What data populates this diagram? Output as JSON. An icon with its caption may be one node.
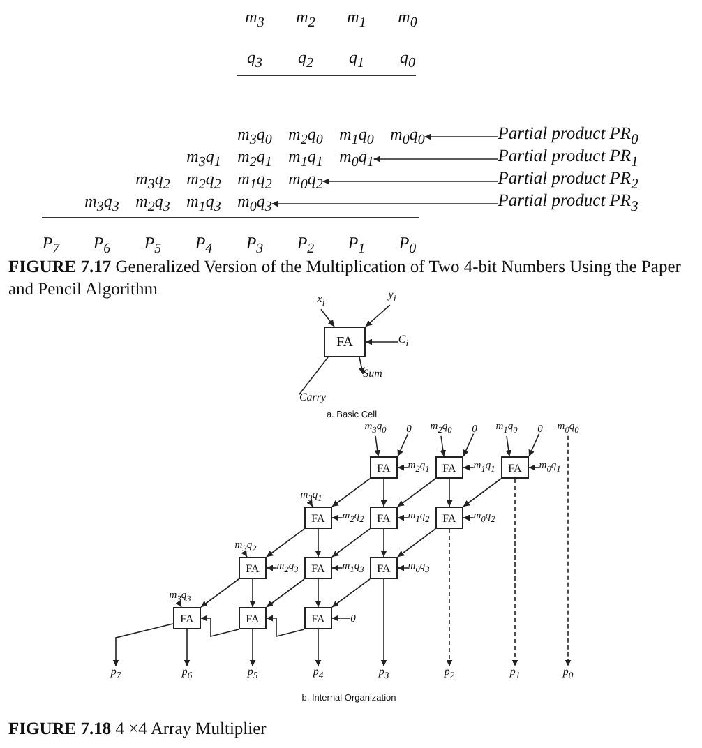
{
  "diagram": {
    "nodes": [
      {
        "text": [
          "m$_{0}$q$_{0}$"
        ]
      },
      {
        "text": [
          "Partial product PR$_{0}$"
        ]
      },
      {
        "text": [
          "m$_{0}$q$_{1}$"
        ]
      },
      {
        "text": [
          "Partial product PR$_{1}$"
        ]
      },
      {
        "text": [
          "m$_{0}$q$_{2}$"
        ]
      },
      {
        "text": [
          "Partial product PR$_{2}$"
        ]
      },
      {
        "text": [
          "m$_{0}$q$_{3}$"
        ]
      },
      {
        "text": [
          "Partial product PR$_{3}$"
        ]
      },
      {
        "text": [
          "x$_{i}$"
        ]
      },
      {
        "text": [
          "y$_{i}$"
        ]
      },
      {
        "text": [
          "FA"
        ]
      },
      {
        "text": [
          "C$_{i}$"
        ]
      },
      {
        "text": [
          "Carry"
        ]
      },
      {
        "text": [
          "m$_{3}$q$_{0}$"
        ]
      },
      {
        "text": [
          "0"
        ]
      },
      {
        "text": [
          "m$_{2}$q$_{0}$"
        ]
      },
      {
        "text": [
          "0"
        ]
      },
      {
        "text": [
          "m$_{1}$q$_{0}$"
        ]
      },
      {
        "text": [
          "0"
        ]
      },
      {
        "text": [
          "m$_{0}$q$_{0}$"
        ]
      },
      {
        "text": [
          "FA"
        ]
      },
      {
        "text": [
          "m$_{2}$q$_{1}$"
        ]
      },
      {
        "text": [
          "FA"
        ]
      },
      {
        "text": [
          "m$_{1}$q$_{1}$"
        ]
      },
      {
        "text": [
          "FA"
        ]
      },
      {
        "text": [
          "m$_{0}$q$_{1}$"
        ]
      },
      {
        "text": [
          "m$_{3}$q$_{1}$"
        ]
      },
      {
        "text": [
          "FA"
        ]
      },
      {
        "text": [
          "m$_{2}$q$_{2}$"
        ]
      },
      {
        "text": [
          "FA"
        ]
      },
      {
        "text": [
          "m$_{1}$q$_{2}$"
        ]
      },
      {
        "text": [
          "FA"
        ]
      },
      {
        "text": [
          "m$_{0}$q$_{2}$"
        ]
      },
      {
        "text": [
          "m$_{3}$q$_{2}$"
        ]
      },
      {
        "text": [
          "FA"
        ]
      },
      {
        "text": [
          "m$_{2}$q$_{3}$"
        ]
      },
      {
        "text": [
          "FA"
        ]
      },
      {
        "text": [
          "m$_{1}$q$_{3}$"
        ]
      },
      {
        "text": [
          "FA"
        ]
      },
      {
        "text": [
          "m$_{0}$q$_{3}$"
        ]
      },
      {
        "text": [
          "m$_{3}$q$_{3}$"
        ]
      },
      {
        "text": [
          "FA"
        ]
      },
      {
        "text": [
          "FA"
        ]
      },
      {
        "text": [
          "FA"
        ]
      },
      {
        "text": [
          "0"
        ]
      },
      {
        "text": [
          "p$_{7}$"
        ]
      },
      {
        "text": [
          "p$_{6}$"
        ]
      },
      {
        "text": [
          "p$_{5}$"
        ]
      },
      {
        "text": [
          "p$_{4}$"
        ]
      },
      {
        "text": [
          "p$_{3}$"
        ]
      },
      {
        "text": [
          "p$_{2}$"
        ]
      },
      {
        "text": [
          "p$_{1}$"
        ]
      },
      {
        "text": [
          "p$_{0}$"
        ]
      },
      {
        "text": [
          "Sum"
        ]
      }
    ],
    "edges": [
      {
        "from": 1,
        "to": 0,
        "arrow": "to"
      },
      {
        "from": 3,
        "to": 2,
        "arrow": "to"
      },
      {
        "from": 5,
        "to": 4,
        "arrow": "to"
      },
      {
        "from": 7,
        "to": 6,
        "arrow": "to"
      },
      {
        "from": 8,
        "to": 10,
        "arrow": "to"
      },
      {
        "from": 9,
        "to": 10,
        "arrow": "to"
      },
      {
        "from": 11,
        "to": 10,
        "arrow": "to"
      },
      {
        "from": 10,
        "to": 53,
        "arrow": "to"
      },
      {
        "from": 10,
        "to": 12,
        "arrow": "none"
      },
      {
        "from": 13,
        "to": 20,
        "arrow": "to"
      },
      {
        "from": 14,
        "to": 20,
        "arrow": "to"
      },
      {
        "from": 15,
        "to": 22,
        "arrow": "to"
      },
      {
        "from": 16,
        "to": 22,
        "arrow": "to"
      },
      {
        "from": 17,
        "to": 24,
        "arrow": "to"
      },
      {
        "from": 18,
        "to": 24,
        "arrow": "to"
      },
      {
        "from": 21,
        "to": 20,
        "arrow": "to"
      },
      {
        "from": 23,
        "to": 22,
        "arrow": "to"
      },
      {
        "from": 25,
        "to": 24,
        "arrow": "to"
      },
      {
        "from": 19,
        "to": 52,
        "arrow": "to",
        "style": "dashed"
      },
      {
        "from": 20,
        "to": 27,
        "arrow": "to"
      },
      {
        "from": 22,
        "to": 29,
        "arrow": "to"
      },
      {
        "from": 24,
        "to": 31,
        "arrow": "to"
      },
      {
        "from": 20,
        "to": 29,
        "arrow": "to"
      },
      {
        "from": 22,
        "to": 31,
        "arrow": "to"
      },
      {
        "from": 24,
        "to": 51,
        "arrow": "to",
        "style": "dashed"
      },
      {
        "from": 26,
        "to": 27,
        "arrow": "to"
      },
      {
        "from": 28,
        "to": 27,
        "arrow": "to"
      },
      {
        "from": 30,
        "to": 29,
        "arrow": "to"
      },
      {
        "from": 32,
        "to": 31,
        "arrow": "to"
      },
      {
        "from": 27,
        "to": 34,
        "arrow": "to"
      },
      {
        "from": 29,
        "to": 36,
        "arrow": "to"
      },
      {
        "from": 31,
        "to": 38,
        "arrow": "to"
      },
      {
        "from": 27,
        "to": 36,
        "arrow": "to"
      },
      {
        "from": 29,
        "to": 38,
        "arrow": "to"
      },
      {
        "from": 31,
        "to": 50,
        "arrow": "to",
        "style": "dashed"
      },
      {
        "from": 33,
        "to": 34,
        "arrow": "to"
      },
      {
        "from": 35,
        "to": 34,
        "arrow": "to"
      },
      {
        "from": 37,
        "to": 36,
        "arrow": "to"
      },
      {
        "from": 39,
        "to": 38,
        "arrow": "to"
      },
      {
        "from": 34,
        "to": 41,
        "arrow": "to"
      },
      {
        "from": 36,
        "to": 42,
        "arrow": "to"
      },
      {
        "from": 38,
        "to": 43,
        "arrow": "to"
      },
      {
        "from": 34,
        "to": 42,
        "arrow": "to"
      },
      {
        "from": 36,
        "to": 43,
        "arrow": "to"
      },
      {
        "from": 38,
        "to": 49,
        "arrow": "to"
      },
      {
        "from": 40,
        "to": 41,
        "arrow": "to"
      },
      {
        "from": 44,
        "to": 43,
        "arrow": "to"
      },
      {
        "from": 43,
        "to": 42,
        "arrow": "to"
      },
      {
        "from": 42,
        "to": 41,
        "arrow": "to"
      },
      {
        "from": 41,
        "to": 45,
        "arrow": "to"
      },
      {
        "from": 41,
        "to": 46,
        "arrow": "to"
      },
      {
        "from": 42,
        "to": 47,
        "arrow": "to"
      },
      {
        "from": 43,
        "to": 48,
        "arrow": "to"
      }
    ],
    "labels": [
      "m$_{3}$",
      "m$_{2}$",
      "m$_{1}$",
      "m$_{0}$",
      "q$_{3}$",
      "q$_{2}$",
      "q$_{1}$",
      "q$_{0}$",
      "m$_{3}$q$_{0}$",
      "m$_{2}$q$_{0}$",
      "m$_{1}$q$_{0}$",
      "m$_{3}$q$_{1}$",
      "m$_{2}$q$_{1}$",
      "m$_{1}$q$_{1}$",
      "m$_{3}$q$_{2}$",
      "m$_{2}$q$_{2}$",
      "m$_{1}$q$_{2}$",
      "m$_{3}$q$_{3}$",
      "m$_{2}$q$_{3}$",
      "m$_{1}$q$_{3}$",
      "P$_{7}$",
      "P$_{6}$",
      "P$_{5}$",
      "P$_{4}$",
      "P$_{3}$",
      "P$_{2}$",
      "P$_{1}$",
      "P$_{0}$",
      "**FIGURE 7.17** Generalized Version of the Multiplication of Two 4-bit Numbers Using the Paper and Pencil Algorithm",
      "a. Basic Cell",
      "b. Internal Organization",
      "**FIGURE 7.18** 4 ×4 Array Multiplier"
    ]
  }
}
